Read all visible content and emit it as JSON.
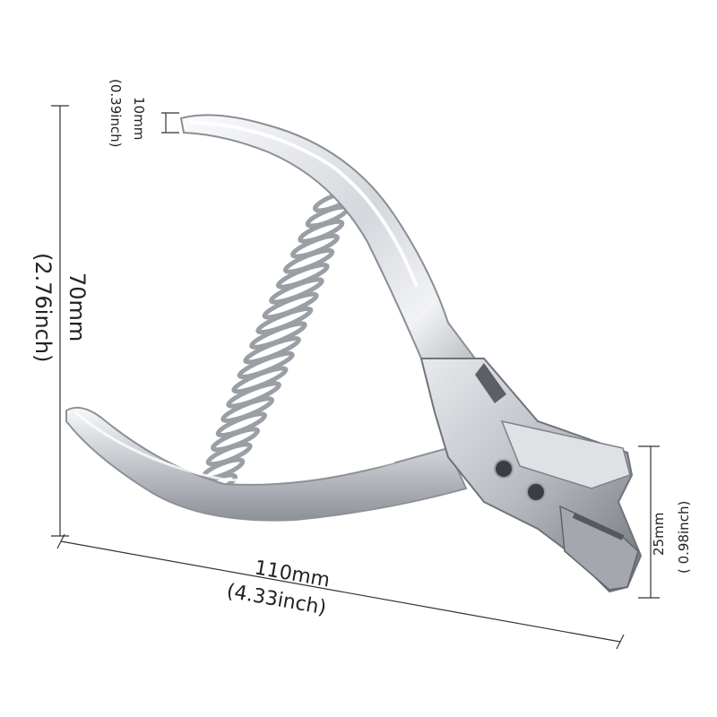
{
  "dimensions": {
    "tip_gap": {
      "metric": "10mm",
      "imperial": "(0.39inch)"
    },
    "height": {
      "metric": "70mm",
      "imperial": "(2.76inch)"
    },
    "length": {
      "metric": "110mm",
      "imperial": "(4.33inch)"
    },
    "punch_depth": {
      "metric": "25mm",
      "imperial": "( 0.98inch)"
    }
  },
  "colors": {
    "background": "#ffffff",
    "dimension_lines": "#333333",
    "text": "#222222",
    "metal_light": "#f2f3f5",
    "metal_mid": "#c9ccd1",
    "metal_dark": "#7d8188"
  },
  "icons": [
    "hand-punch-plier-image",
    "spring-image",
    "rivet-icon"
  ]
}
